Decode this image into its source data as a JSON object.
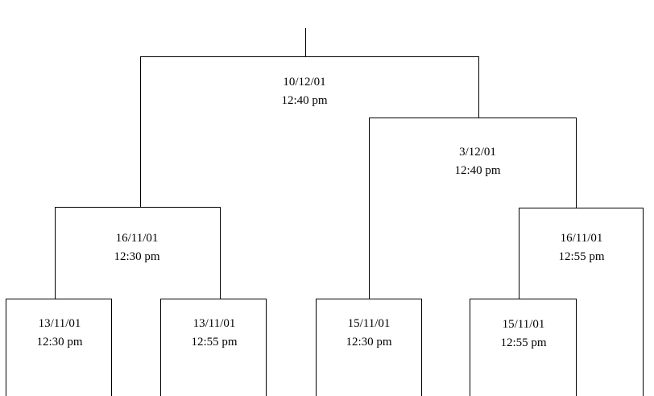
{
  "diagram": {
    "type": "tournament-bracket-tree",
    "background_color": "#ffffff",
    "line_color": "#000000",
    "text_color": "#000000",
    "nodes": {
      "root": {
        "date": "10/12/01",
        "time": "12:40 pm"
      },
      "left": {
        "date": "16/11/01",
        "time": "12:30 pm"
      },
      "right": {
        "date": "3/12/01",
        "time": "12:40 pm"
      },
      "left_left": {
        "date": "13/11/01",
        "time": "12:30 pm"
      },
      "left_right": {
        "date": "13/11/01",
        "time": "12:55 pm"
      },
      "right_left": {
        "date": "15/11/01",
        "time": "12:30 pm"
      },
      "right_right": {
        "date": "16/11/01",
        "time": "12:55 pm"
      },
      "right_right_left": {
        "date": "15/11/01",
        "time": "12:55 pm"
      }
    }
  }
}
